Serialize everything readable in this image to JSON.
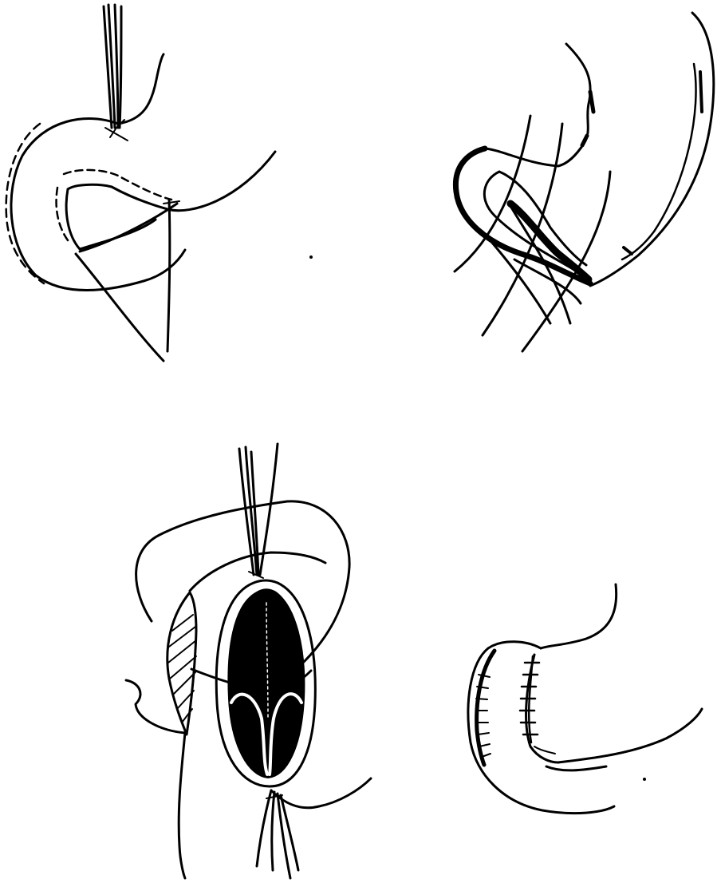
{
  "figure": {
    "panels": [
      {
        "id": "top-left"
      },
      {
        "id": "top-right"
      },
      {
        "id": "bottom-left"
      },
      {
        "id": "bottom-right"
      }
    ]
  },
  "colors": {
    "ink": "#000000",
    "paper": "#ffffff"
  }
}
